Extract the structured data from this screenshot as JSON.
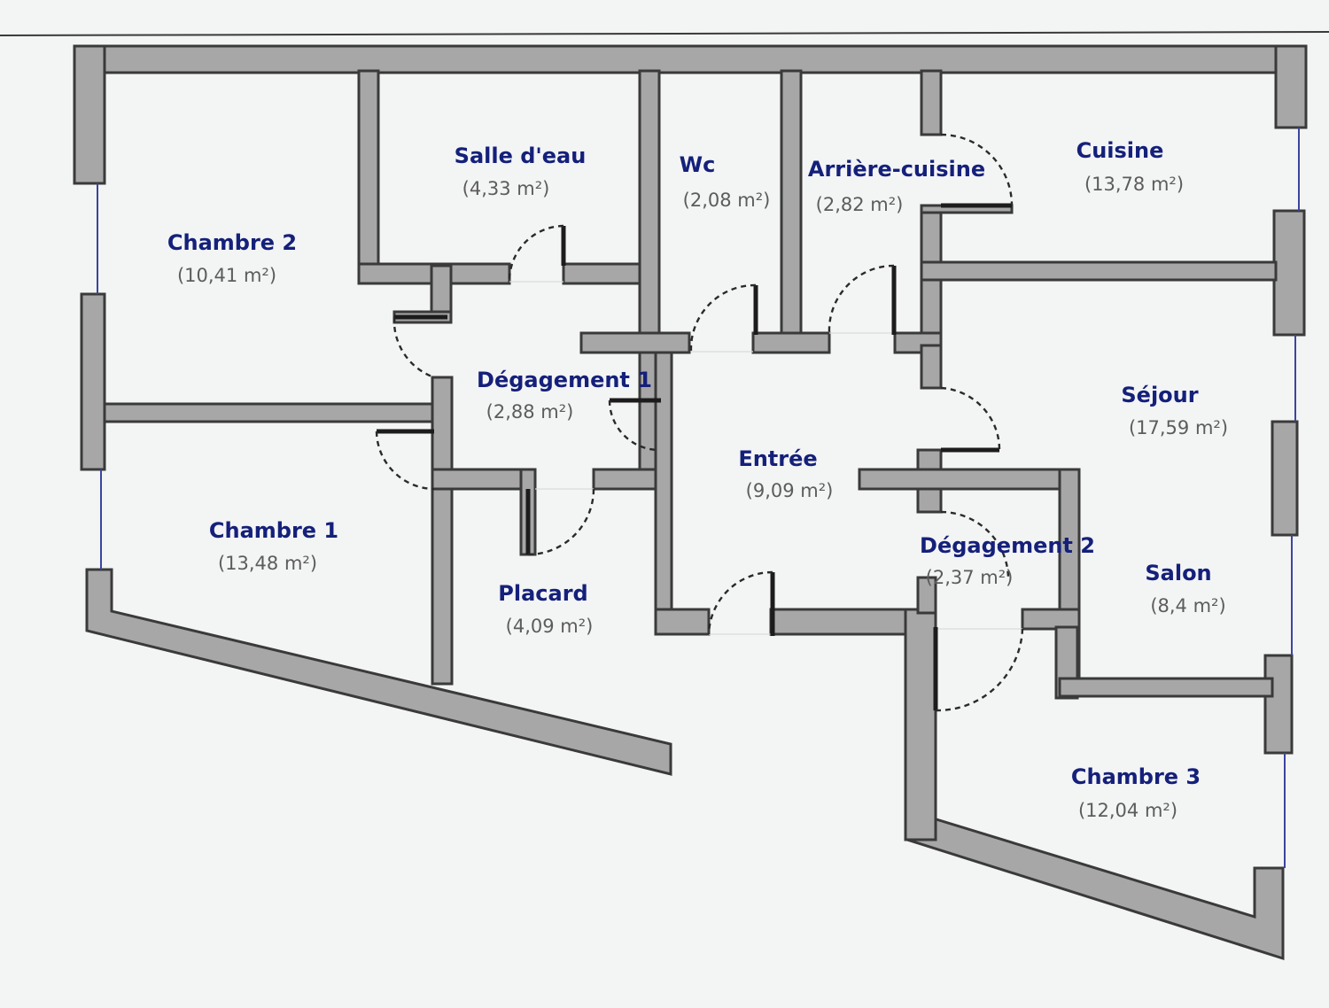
{
  "floor_plan": {
    "rooms": [
      {
        "id": "chambre-2",
        "name": "Chambre 2",
        "area": "(10,41 m²)"
      },
      {
        "id": "salle-d-eau",
        "name": "Salle d'eau",
        "area": "(4,33 m²)"
      },
      {
        "id": "wc",
        "name": "Wc",
        "area": "(2,08 m²)"
      },
      {
        "id": "arriere-cuisine",
        "name": "Arrière-cuisine",
        "area": "(2,82 m²)"
      },
      {
        "id": "cuisine",
        "name": "Cuisine",
        "area": "(13,78 m²)"
      },
      {
        "id": "degagement-1",
        "name": "Dégagement 1",
        "area": "(2,88 m²)"
      },
      {
        "id": "sejour",
        "name": "Séjour",
        "area": "(17,59 m²)"
      },
      {
        "id": "entree",
        "name": "Entrée",
        "area": "(9,09 m²)"
      },
      {
        "id": "chambre-1",
        "name": "Chambre 1",
        "area": "(13,48 m²)"
      },
      {
        "id": "degagement-2",
        "name": "Dégagement 2",
        "area": "(2,37 m²)"
      },
      {
        "id": "salon",
        "name": "Salon",
        "area": "(8,4 m²)"
      },
      {
        "id": "placard",
        "name": "Placard",
        "area": "(4,09 m²)"
      },
      {
        "id": "chambre-3",
        "name": "Chambre 3",
        "area": "(12,04 m²)"
      }
    ],
    "colors": {
      "background": "#f3f4f4",
      "wall_fill": "#a7a7a7",
      "wall_outline": "#3a3a3a",
      "room_name": "#14207a",
      "room_area": "#5c5c5c",
      "window": "#3b45a0"
    }
  }
}
